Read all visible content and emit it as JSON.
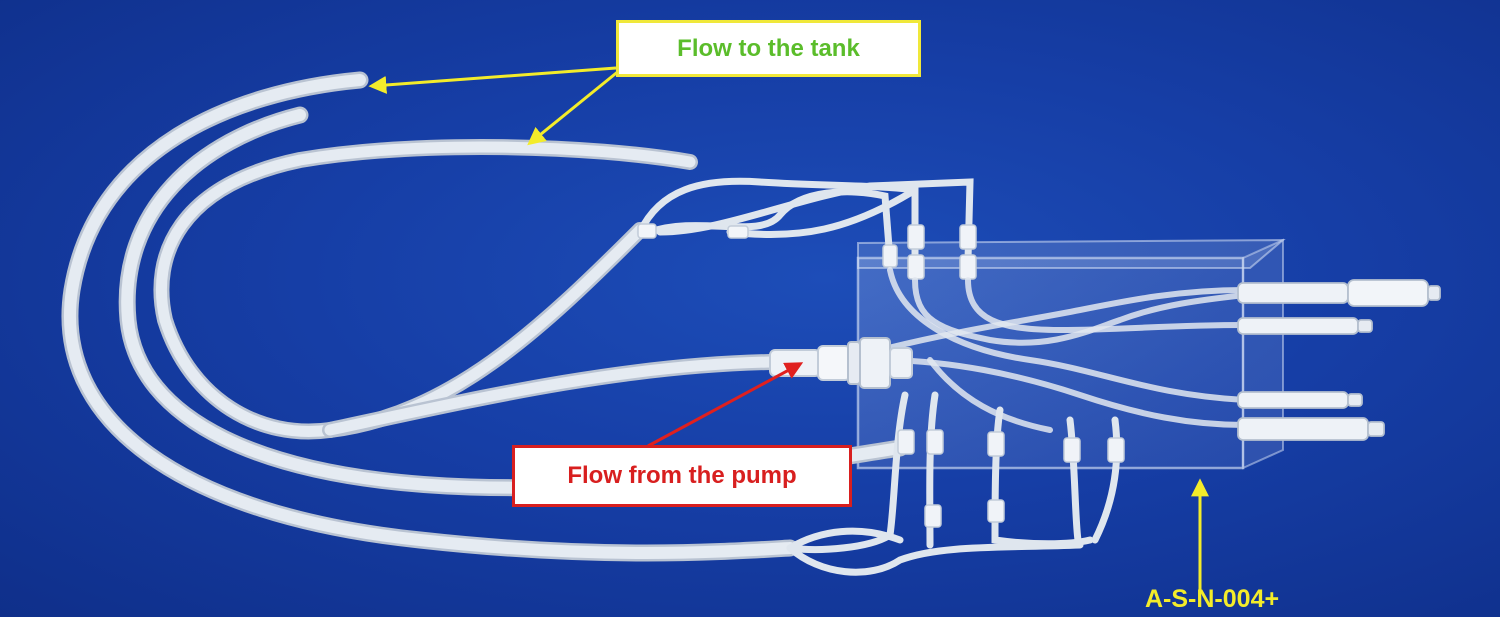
{
  "labels": {
    "flow_to_tank": "Flow to the tank",
    "flow_from_pump": "Flow from the pump",
    "model_code": "A-S-N-004+"
  },
  "colors": {
    "background": "#163ea6",
    "tank_label_text": "#5bbd2b",
    "tank_label_border": "#f0e83a",
    "pump_label_text": "#d81f1f",
    "pump_label_border": "#d81f1f",
    "yellow_arrow": "#f3ec2a",
    "red_arrow": "#e0201e",
    "code_text": "#f3ec2a",
    "tubing": "#dfe6ee"
  }
}
